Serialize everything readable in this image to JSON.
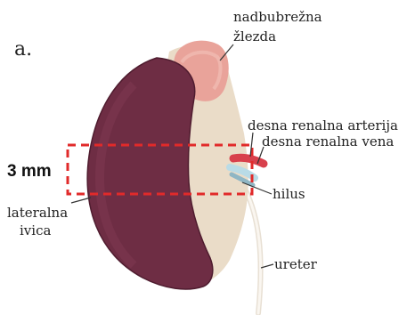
{
  "panel_label": "a.",
  "labels": {
    "adrenal_line1": "nadbubrežna",
    "adrenal_line2": "žlezda",
    "artery": "desna renalna arterija",
    "vein": "desna renalna vena",
    "hilus": "hilus",
    "lateral_line1": "lateralna",
    "lateral_line2": "ivica",
    "ureter": "ureter",
    "scale": "3 mm"
  },
  "colors": {
    "kidney_cortex": "#6e2d44",
    "kidney_edge": "#4f1c2f",
    "fat": "#eadcc8",
    "adrenal": "#e9a39a",
    "artery": "#d8404c",
    "vein": "#b9dbe6",
    "ureter": "#f2ece4",
    "highlight_box": "#e12a2a",
    "leader_line": "#333333"
  }
}
